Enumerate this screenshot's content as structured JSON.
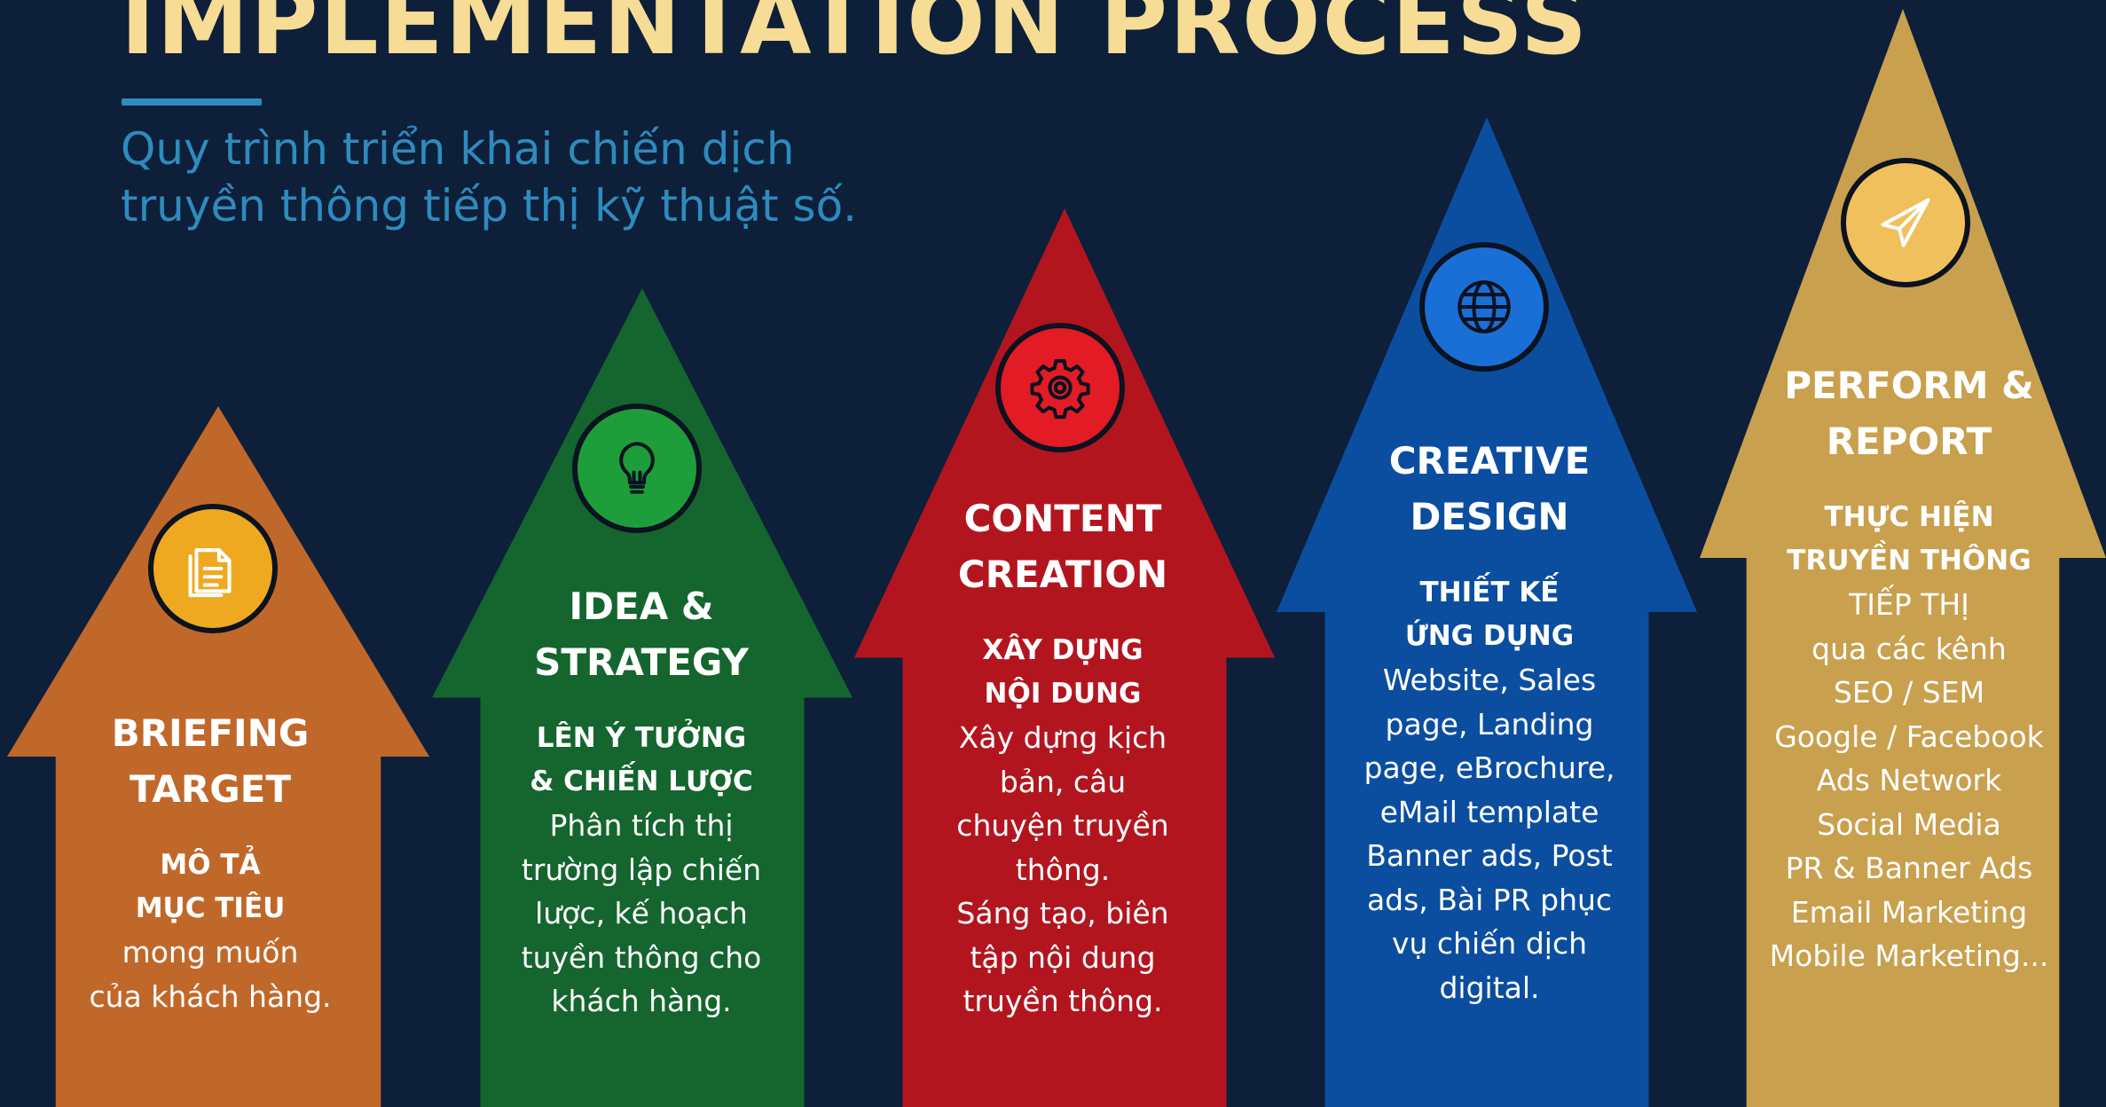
{
  "header": {
    "title": "IMPLEMENTATION PROCESS",
    "subtitle": "Quy trình triển khai chiến dịch\ntruyền thông tiếp thị kỹ thuật số."
  },
  "colors": {
    "background": "#0e1f3a",
    "title": "#f6dc94",
    "subtitle": "#2e8bbd",
    "rule": "#2e8bbd"
  },
  "steps": [
    {
      "title": "BRIEFING\nTARGET",
      "subtitle": "MÔ TẢ\nMỤC TIÊU",
      "body": "mong muốn\ncủa khách hàng.",
      "icon": "document-icon",
      "arrow_color": "#c0682a",
      "circle_color": "#eea921"
    },
    {
      "title": "IDEA &\nSTRATEGY",
      "subtitle": "LÊN Ý TƯỞNG\n& CHIẾN LƯỢC",
      "body": "Phân tích thị\ntrường lập chiến\nlược, kế hoạch\ntuyền thông cho\nkhách hàng.",
      "icon": "lightbulb-icon",
      "arrow_color": "#14652e",
      "circle_color": "#1d9e3a"
    },
    {
      "title": "CONTENT\nCREATION",
      "subtitle": "XÂY DỰNG\nNỘI DUNG",
      "body": "Xây dựng kịch\nbản, câu\nchuyện truyền\nthông.\nSáng tạo, biên\ntập nội dung\ntruyền thông.",
      "icon": "gear-icon",
      "arrow_color": "#b3151f",
      "circle_color": "#e21b24"
    },
    {
      "title": "CREATIVE\nDESIGN",
      "subtitle": "THIẾT KẾ\nỨNG DỤNG",
      "body": "Website, Sales\npage,  Landing\npage, eBrochure,\neMail  template\nBanner ads, Post\nads, Bài PR phục\nvụ chiến dịch\ndigital.",
      "icon": "globe-icon",
      "arrow_color": "#0b4ea0",
      "circle_color": "#1a6fd6"
    },
    {
      "title": "PERFORM &\nREPORT",
      "subtitle": "THỰC HIỆN\nTRUYỀN THÔNG",
      "body": "TIẾP THỊ\nqua các kênh\nSEO / SEM\nGoogle / Facebook\nAds Network\nSocial Media\nPR & Banner Ads\nEmail Marketing\nMobile Marketing...",
      "icon": "paper-plane-icon",
      "arrow_color": "#c9a04e",
      "circle_color": "#efc05c"
    }
  ]
}
